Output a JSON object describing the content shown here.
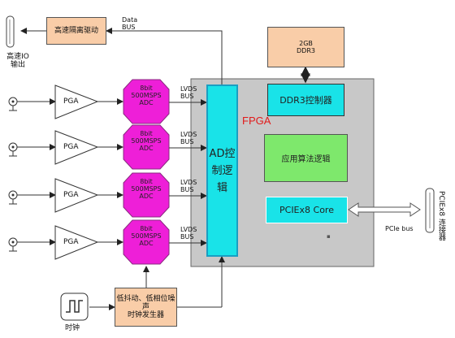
{
  "top": {
    "driver_label": "高速隔离驱动",
    "data_bus_label": "Data\nBUS",
    "io_label": "高速IO\n输出"
  },
  "ddr": {
    "label": "2GB\nDDR3"
  },
  "fpga": {
    "label": "FPGA",
    "ddr_ctrl_label": "DDR3控制器",
    "algo_label": "应用算法逻辑",
    "pcie_core_label": "PCIEx8 Core",
    "dot_label": "▪"
  },
  "ad_logic": {
    "label": "AD控\n制逻\n辑"
  },
  "channels": [
    {
      "pga_label": "PGA",
      "adc_label": "8bit\n500MSPS\nADC",
      "lvds_label": "LVDS\nBUS"
    },
    {
      "pga_label": "PGA",
      "adc_label": "8bit\n500MSPS\nADC",
      "lvds_label": "LVDS\nBUS"
    },
    {
      "pga_label": "PGA",
      "adc_label": "8bit\n500MSPS\nADC",
      "lvds_label": "LVDS\nBUS"
    },
    {
      "pga_label": "PGA",
      "adc_label": "8bit\n500MSPS\nADC",
      "lvds_label": "LVDS\nBUS"
    }
  ],
  "clock": {
    "gen_label": "低抖动、低相位噪声\n时钟发生器",
    "src_label": "时钟"
  },
  "pcie": {
    "bus_label": "PCIe bus",
    "connector_label": "PCIEx8 连接器"
  },
  "colors": {
    "adc_fill": "#ee1fd8",
    "fpga_fill": "#c8c8c8",
    "cyan": "#19e3e8",
    "green": "#7ee86c",
    "peach": "#f9cda8",
    "fpga_text": "#e21b1b",
    "ad_border": "#1a9ec2"
  }
}
